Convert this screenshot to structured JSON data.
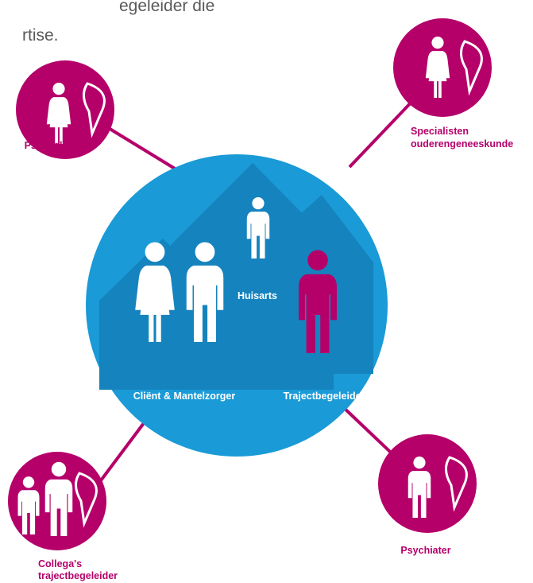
{
  "intro": {
    "line1": "egeleider die",
    "line2": "rtise."
  },
  "hub": {
    "huisarts": "Huisarts",
    "client": "Cliënt & Mantelzorger",
    "traject": "Trajectbegeleider"
  },
  "satellites": {
    "psycholoog": "Psycholoog",
    "specialisten_line1": "Specialisten",
    "specialisten_line2": "ouderengeneeskunde",
    "collegas_line1": "Collega's",
    "collegas_line2": "trajectbegeleider",
    "psychiater": "Psychiater"
  },
  "colors": {
    "magenta": "#b5006a",
    "blue": "#1a9ad6",
    "house": "#1583be",
    "white": "#ffffff"
  }
}
